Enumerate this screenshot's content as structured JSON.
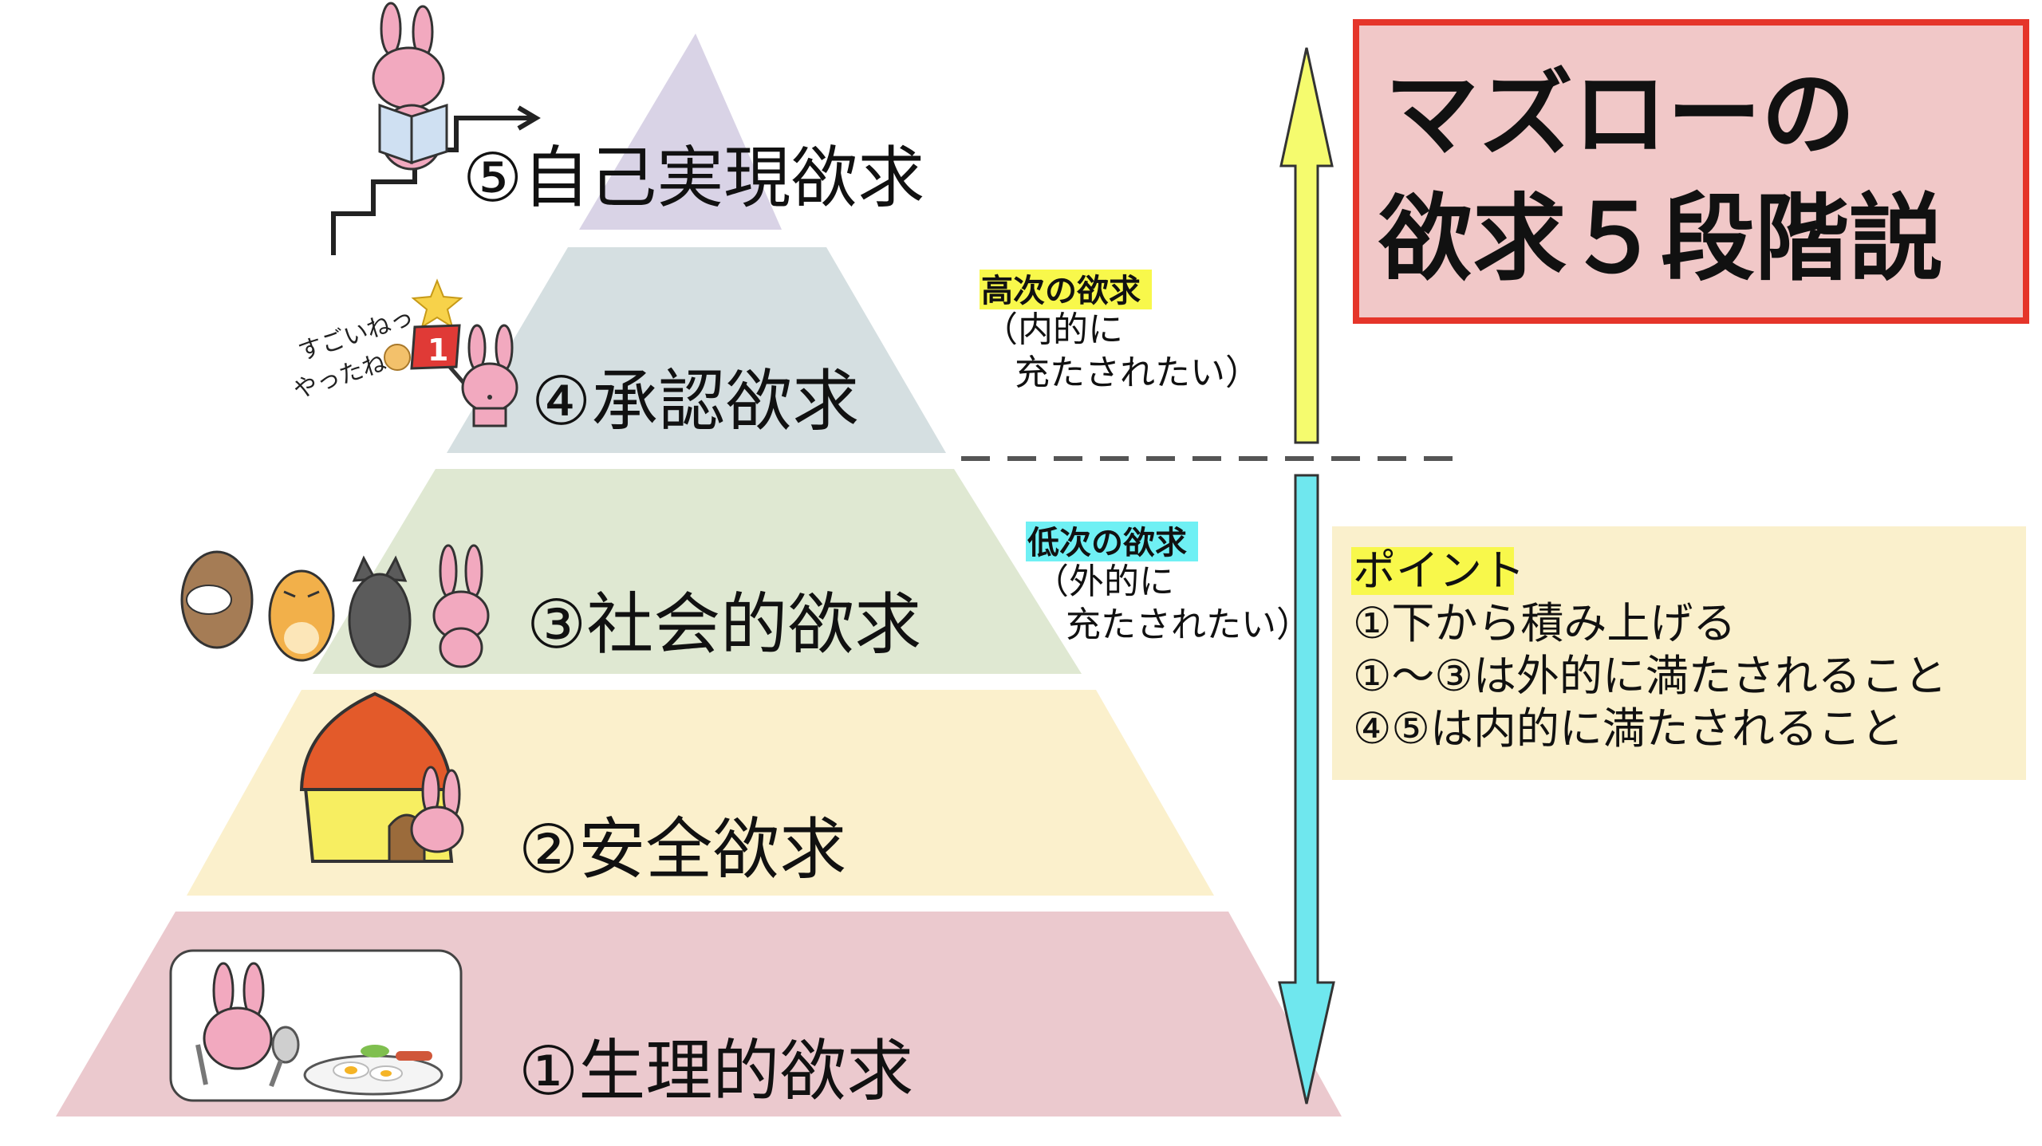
{
  "title": {
    "line1": "マズローの",
    "line2": "欲求５段階説"
  },
  "colors": {
    "level1": "#ebc9ce",
    "level2": "#fbf0cc",
    "level3": "#dfe8d2",
    "level4": "#d5dfe1",
    "level5": "#d9d3e6",
    "title_box_bg": "#f1c8c8",
    "title_box_border": "#e5352a",
    "points_bg": "#faf0cc",
    "arrow_up": "#f5fb6e",
    "arrow_down": "#6fe7ee",
    "higher_highlight": "#f8f84b",
    "lower_highlight": "#6ff0f4",
    "points_highlight": "#f8f84b"
  },
  "pyramid": {
    "levels": [
      {
        "label": "⑤自己実現欲求",
        "icon": "rabbit-reading-on-stairs-icon"
      },
      {
        "label": "④承認欲求",
        "icon": "rabbit-with-first-place-flag-icon"
      },
      {
        "label": "③社会的欲求",
        "icon": "animal-friends-icon"
      },
      {
        "label": "②安全欲求",
        "icon": "rabbit-in-house-icon"
      },
      {
        "label": "①生理的欲求",
        "icon": "rabbit-with-meal-icon"
      }
    ],
    "praise_text": {
      "line1": "すごいねっ",
      "line2": "やったね"
    }
  },
  "higher_needs": {
    "tag": "高次の欲求",
    "line1": "（内的に",
    "line2": "充たされたい）"
  },
  "lower_needs": {
    "tag": "低次の欲求",
    "line1": "（外的に",
    "line2": "充たされたい）"
  },
  "points": {
    "heading": "ポイント",
    "items": [
      "①下から積み上げる",
      "①〜③は外的に満たされること",
      "④⑤は内的に満たされること"
    ]
  }
}
